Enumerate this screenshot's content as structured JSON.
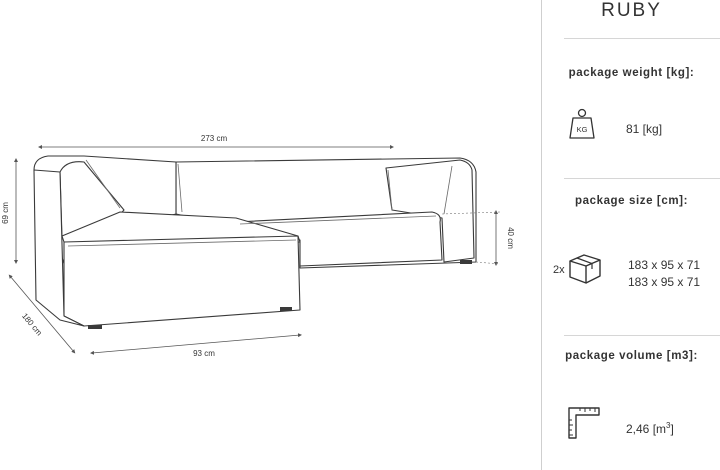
{
  "brand": {
    "name": "RUBY"
  },
  "drawing": {
    "width_label": "273 cm",
    "height_label": "69 cm",
    "depth_label": "180 cm",
    "chaise_width_label": "93 cm",
    "seat_height_label": "40 cm"
  },
  "specs": {
    "weight": {
      "label": "package weight [kg]:",
      "value": "81 [kg]",
      "icon": "weight-kg-icon",
      "icon_text": "KG"
    },
    "size": {
      "label": "package size [cm]:",
      "quantity": "2x",
      "values": [
        "183 x 95 x 71",
        "183 x 95 x 71"
      ],
      "icon": "box-icon"
    },
    "volume": {
      "label": "package volume [m3]:",
      "value": "2,46 [m",
      "unit_sup": "3",
      "value_suffix": "]",
      "icon": "ruler-angle-icon"
    }
  }
}
